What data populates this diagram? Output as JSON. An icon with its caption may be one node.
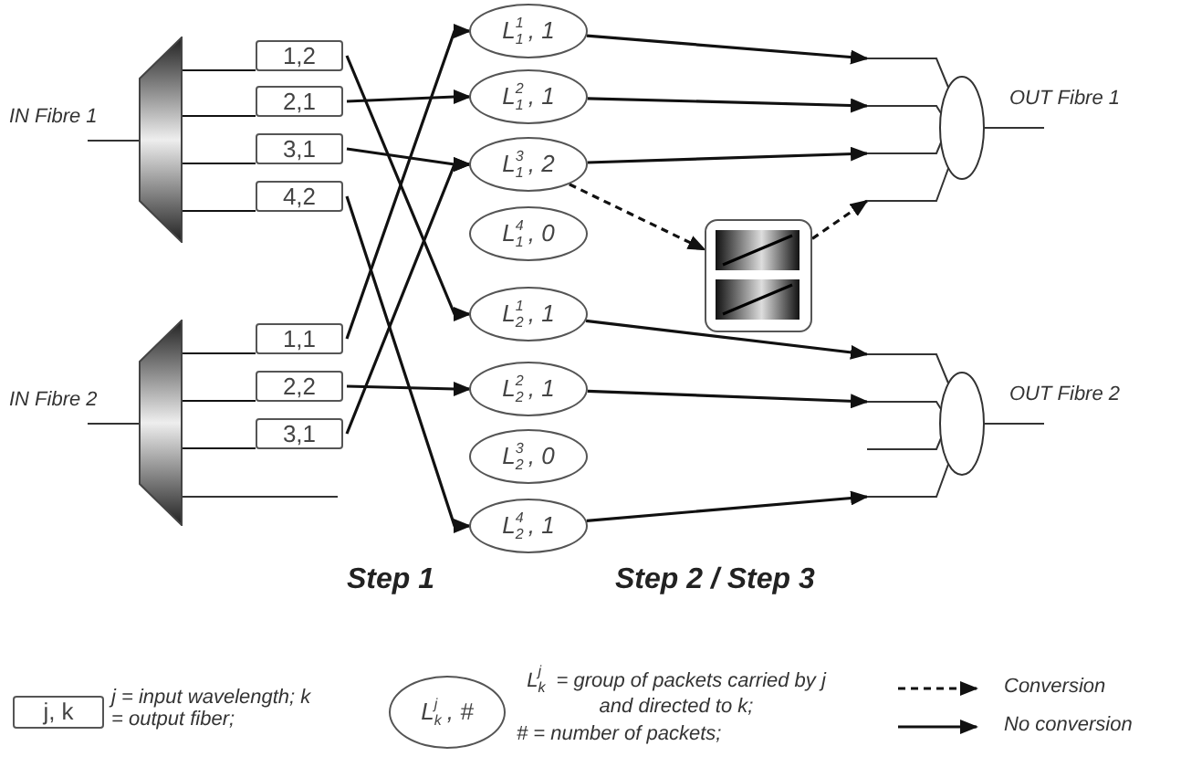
{
  "diagram": {
    "nodes": [
      {
        "text": [
          "IN Fibre 1"
        ]
      },
      {
        "text": [
          "1,2"
        ]
      },
      {
        "text": [
          "2,1"
        ]
      },
      {
        "text": [
          "3,1"
        ]
      },
      {
        "text": [
          "4,2"
        ]
      },
      {
        "text": [
          "IN Fibre 2"
        ]
      },
      {
        "text": [
          "1,1"
        ]
      },
      {
        "text": [
          "2,2"
        ]
      },
      {
        "text": [
          "3,1"
        ]
      },
      {
        "text": [
          "L$_{1}$$^{1}$, 1"
        ]
      },
      {
        "text": [
          "L$_{1}$$^{2}$, 1"
        ]
      },
      {
        "text": [
          "L$_{1}$$^{3}$, 2"
        ]
      },
      {
        "text": [
          "L$_{1}$$^{4}$, 0"
        ]
      },
      {
        "text": [
          "L$_{2}$$^{1}$, 1"
        ]
      },
      {
        "text": [
          "L$_{2}$$^{2}$, 1"
        ]
      },
      {
        "text": [
          "L$_{2}$$^{3}$, 0"
        ]
      },
      {
        "text": [
          "L$_{2}$$^{4}$, 1"
        ]
      },
      {
        "text": [],
        "shape": "box"
      },
      {
        "text": [
          "OUT Fibre 1"
        ]
      },
      {
        "text": [
          "OUT Fibre 2"
        ]
      },
      {
        "text": [
          "j, k"
        ],
        "beside": [
          "j = input wavelength; k = output fiber;"
        ]
      },
      {
        "text": [
          "L$_{k}$$^{j}$, #"
        ],
        "beside": [
          "L$_{k}$$^{j}$ = group of packets carried by j and directed to k;",
          "# = number of packets;"
        ]
      }
    ],
    "edges": [
      {
        "from": 0,
        "to": 1,
        "arrow": "none"
      },
      {
        "from": 0,
        "to": 2,
        "arrow": "none"
      },
      {
        "from": 0,
        "to": 3,
        "arrow": "none"
      },
      {
        "from": 0,
        "to": 4,
        "arrow": "none"
      },
      {
        "from": 5,
        "to": 6,
        "arrow": "none"
      },
      {
        "from": 5,
        "to": 7,
        "arrow": "none"
      },
      {
        "from": 5,
        "to": 8,
        "arrow": "none"
      },
      {
        "from": 1,
        "to": 13,
        "arrow": "to"
      },
      {
        "from": 2,
        "to": 10,
        "arrow": "to"
      },
      {
        "from": 3,
        "to": 11,
        "arrow": "to"
      },
      {
        "from": 4,
        "to": 16,
        "arrow": "to"
      },
      {
        "from": 6,
        "to": 9,
        "arrow": "to"
      },
      {
        "from": 7,
        "to": 14,
        "arrow": "to"
      },
      {
        "from": 8,
        "to": 11,
        "arrow": "to"
      },
      {
        "from": 9,
        "to": 18,
        "arrow": "to"
      },
      {
        "from": 10,
        "to": 18,
        "arrow": "to"
      },
      {
        "from": 11,
        "to": 18,
        "arrow": "to"
      },
      {
        "from": 11,
        "to": 17,
        "arrow": "to",
        "style": "dashed"
      },
      {
        "from": 17,
        "to": 18,
        "arrow": "to",
        "style": "dashed"
      },
      {
        "from": 13,
        "to": 19,
        "arrow": "to"
      },
      {
        "from": 14,
        "to": 19,
        "arrow": "to"
      },
      {
        "from": 16,
        "to": 19,
        "arrow": "to"
      }
    ],
    "labels": [
      "Step 1",
      "Step 2 / Step 3"
    ],
    "legend": [
      {
        "text": "Conversion"
      },
      {
        "text": "No conversion"
      }
    ]
  }
}
